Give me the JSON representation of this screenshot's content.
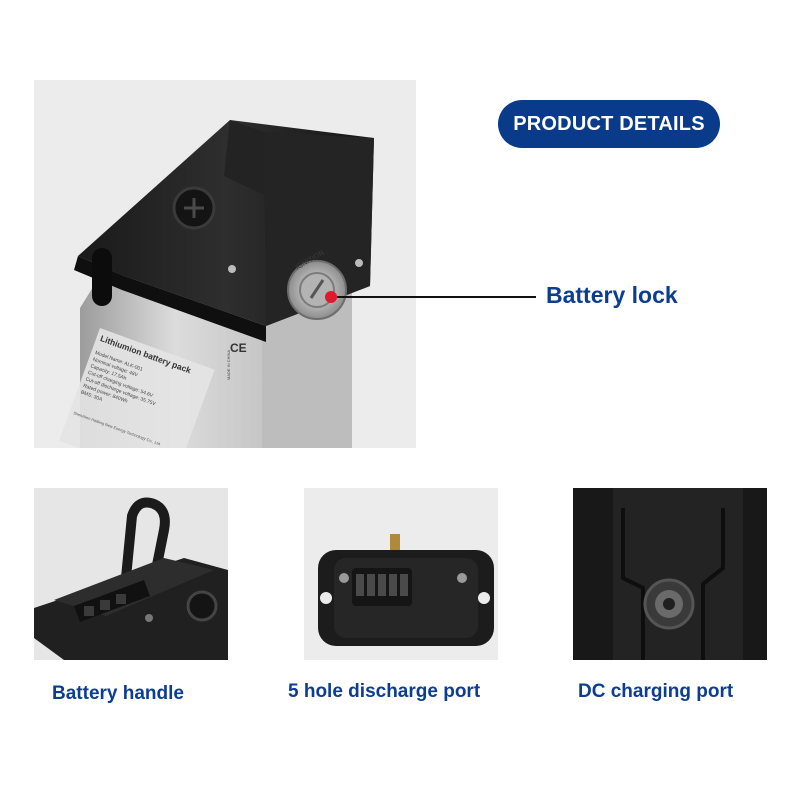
{
  "badge": {
    "label": "PRODUCT DETAILS"
  },
  "callout": {
    "label": "Battery lock"
  },
  "captions": {
    "handle": "Battery handle",
    "discharge": "5 hole discharge port",
    "dc": "DC charging port"
  },
  "battery_label": {
    "title": "Lithiumion battery pack",
    "lines": [
      "Model Name: ALK-001",
      "Nominal voltage: 48V",
      "Capacity: 17.5Ah",
      "Cut-off charging voltage: 54.6V",
      "Cut-off discharge voltage: 35.75V",
      "Rated power: 840Wh",
      "BMS: 30A"
    ],
    "manufacturer": "Shenzhen Haibing New Energy Technology Co., Ltd",
    "ce_mark": "CE",
    "origin": "MADE IN CHINA"
  },
  "lock_text": "IGNITION",
  "colors": {
    "brand": "#0a3a8a",
    "callout_dot": "#e0192f",
    "text": "#0b3d91"
  }
}
